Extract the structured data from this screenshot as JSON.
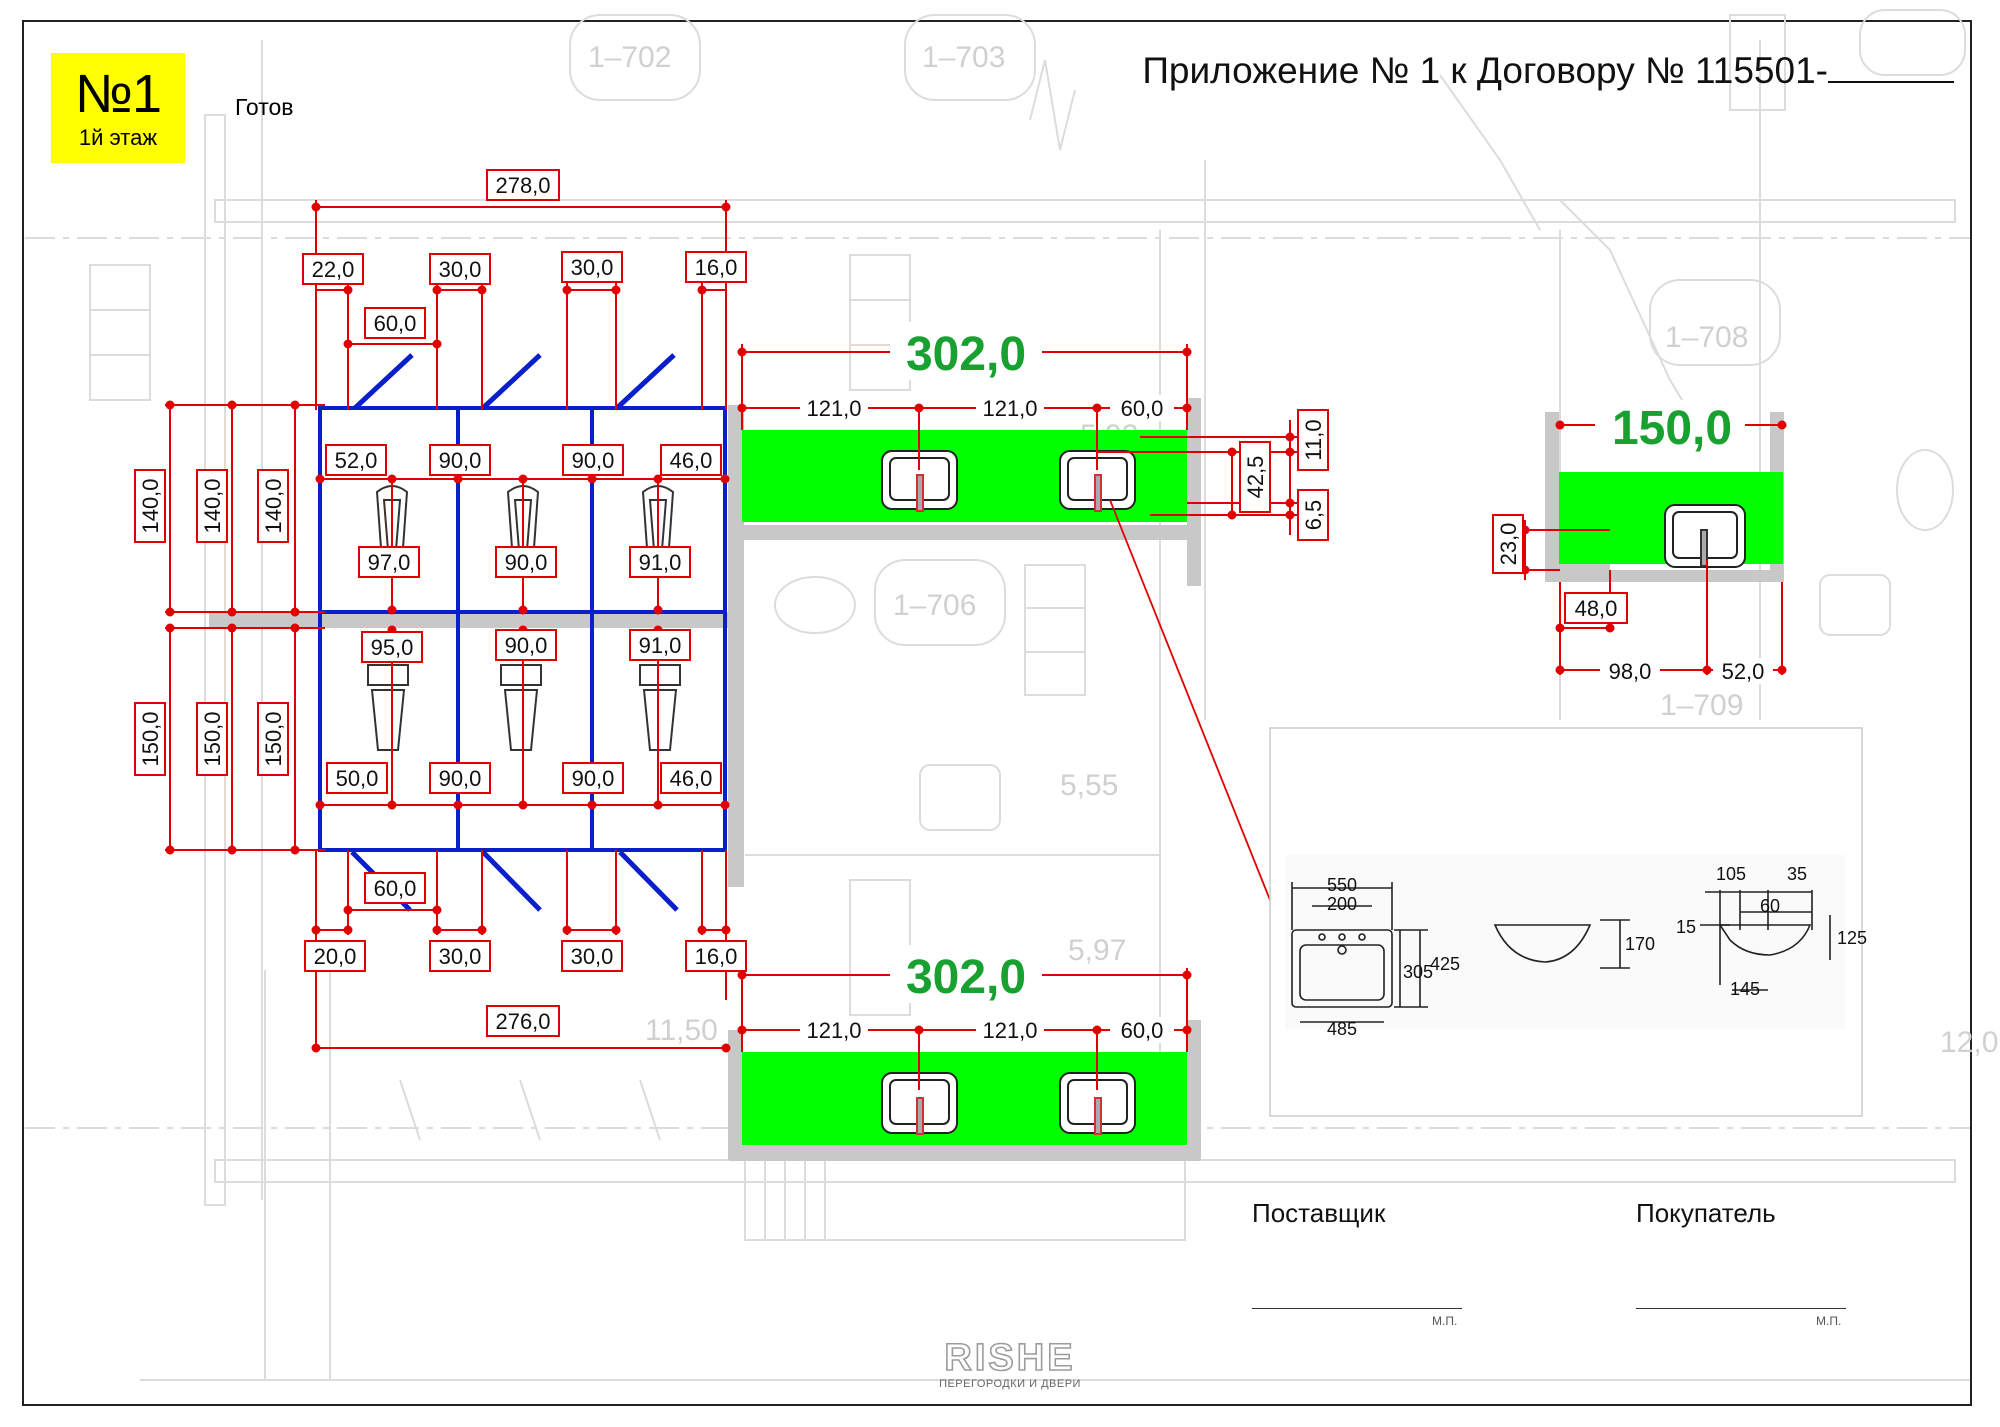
{
  "header": {
    "badge_number": "№1",
    "badge_floor": "1й этаж",
    "status": "Готов",
    "title": "Приложение № 1 к Договору № 115501-"
  },
  "plan": {
    "stalls_overall_top": "278,0",
    "stalls_overall_bottom": "276,0",
    "door_offsets_top": [
      "22,0",
      "30,0",
      "30,0",
      "16,0"
    ],
    "door_offsets_bottom": [
      "20,0",
      "30,0",
      "30,0",
      "16,0"
    ],
    "door_width_top": "60,0",
    "door_width_bottom": "60,0",
    "side_heights_top": [
      "140,0",
      "140,0",
      "140,0"
    ],
    "side_heights_bottom": [
      "150,0",
      "150,0",
      "150,0"
    ],
    "top_row_widths": [
      "52,0",
      "90,0",
      "90,0",
      "46,0"
    ],
    "top_row_depths": [
      "97,0",
      "90,0",
      "91,0"
    ],
    "bottom_row_depths": [
      "95,0",
      "90,0",
      "91,0"
    ],
    "bottom_row_widths": [
      "50,0",
      "90,0",
      "90,0",
      "46,0"
    ]
  },
  "counters": {
    "top_length": "302,0",
    "top_segments": [
      "121,0",
      "121,0",
      "60,0"
    ],
    "top_right_dims": [
      "11,0",
      "42,5",
      "6,5"
    ],
    "bottom_length": "302,0",
    "bottom_segments": [
      "121,0",
      "121,0",
      "60,0"
    ],
    "small_length": "150,0",
    "small_height": "23,0",
    "small_offset": "48,0",
    "small_bottom": [
      "98,0",
      "52,0"
    ]
  },
  "sink_spec": {
    "top_width": "550",
    "holes": "200",
    "depth_inner": "305",
    "depth_outer": "425",
    "bottom_width": "485",
    "height": "170",
    "d105": "105",
    "d35": "35",
    "d60": "60",
    "d15": "15",
    "d125": "125",
    "d145": "145"
  },
  "background_labels": [
    "1–702",
    "1–703",
    "1–706",
    "1–708",
    "1–709",
    "5,92",
    "5,55",
    "5,97",
    "11,50",
    "12,0"
  ],
  "signatures": {
    "supplier": "Поставщик",
    "buyer": "Покупатель",
    "stamp": "М.П."
  },
  "logo": {
    "brand": "RISHE",
    "tagline": "ПЕРЕГОРОДКИ И ДВЕРИ"
  },
  "colors": {
    "dimension": "#e00000",
    "partition": "#0a1fcc",
    "counter": "#00ff00",
    "highlight": "#18a030",
    "badge": "#ffff00",
    "wall": "#c8c8c8"
  }
}
